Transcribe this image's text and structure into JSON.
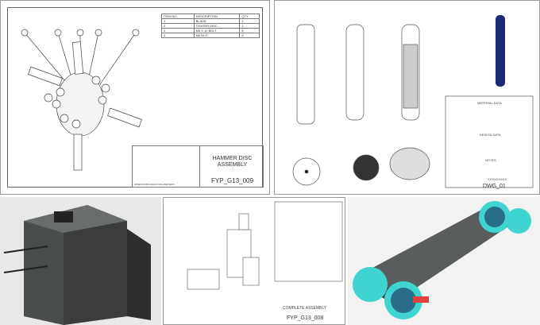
{
  "hammer_disc": {
    "bom_headers": [
      "ITEM NO.",
      "DESCRIPTION",
      "QTY."
    ],
    "bom_rows": [
      [
        "1",
        "BLADE",
        "4"
      ],
      [
        "2",
        "CENTER DISC",
        "1"
      ],
      [
        "3",
        "M6 X 12 BOLT",
        "8"
      ],
      [
        "4",
        "M6 NUT",
        "8"
      ]
    ],
    "title": "HAMMER DISC ASSEMBLY",
    "drawing_no": "FYP_G13_009",
    "units_note": "DIMENSIONS ARE IN MILLIMETERS"
  },
  "vessel": {
    "material_data": "MATERIAL DATA",
    "design_data": "DESIGN DATA",
    "notes": "NOTES",
    "placeholder_text": "XXXXXXXXX",
    "drawing_no": "DWG_01"
  },
  "complete_assembly": {
    "title": "COMPLETE ASSEMBLY",
    "drawing_no": "FYP_G13_008"
  },
  "colors": {
    "render_gray": "#5a5d5e",
    "conveyor_teal": "#3fd4d0",
    "conveyor_red": "#e0403c",
    "vessel_blue": "#1e2a78"
  }
}
